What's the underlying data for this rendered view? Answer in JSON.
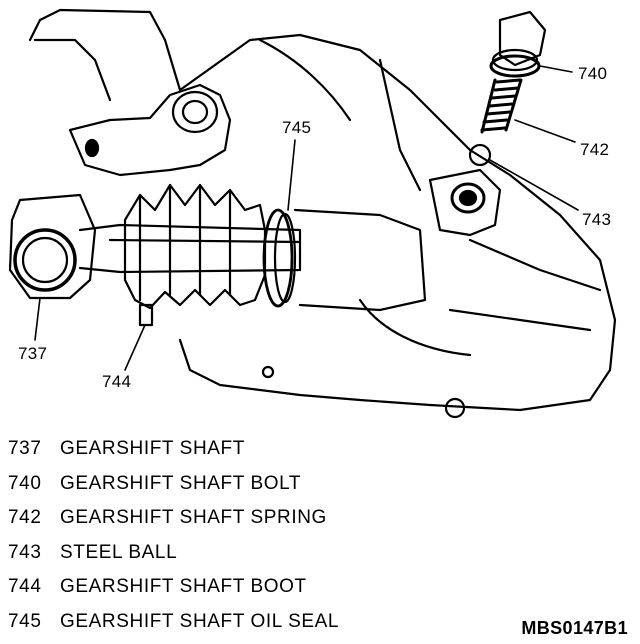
{
  "callouts": {
    "c737": "737",
    "c740": "740",
    "c742": "742",
    "c743": "743",
    "c744": "744",
    "c745": "745"
  },
  "legend": [
    {
      "number": "737",
      "name": "GEARSHIFT SHAFT"
    },
    {
      "number": "740",
      "name": "GEARSHIFT SHAFT BOLT"
    },
    {
      "number": "742",
      "name": "GEARSHIFT SHAFT SPRING"
    },
    {
      "number": "743",
      "name": "STEEL BALL"
    },
    {
      "number": "744",
      "name": "GEARSHIFT SHAFT BOOT"
    },
    {
      "number": "745",
      "name": "GEARSHIFT SHAFT OIL SEAL"
    }
  ],
  "figure_code": "MBS0147B1"
}
